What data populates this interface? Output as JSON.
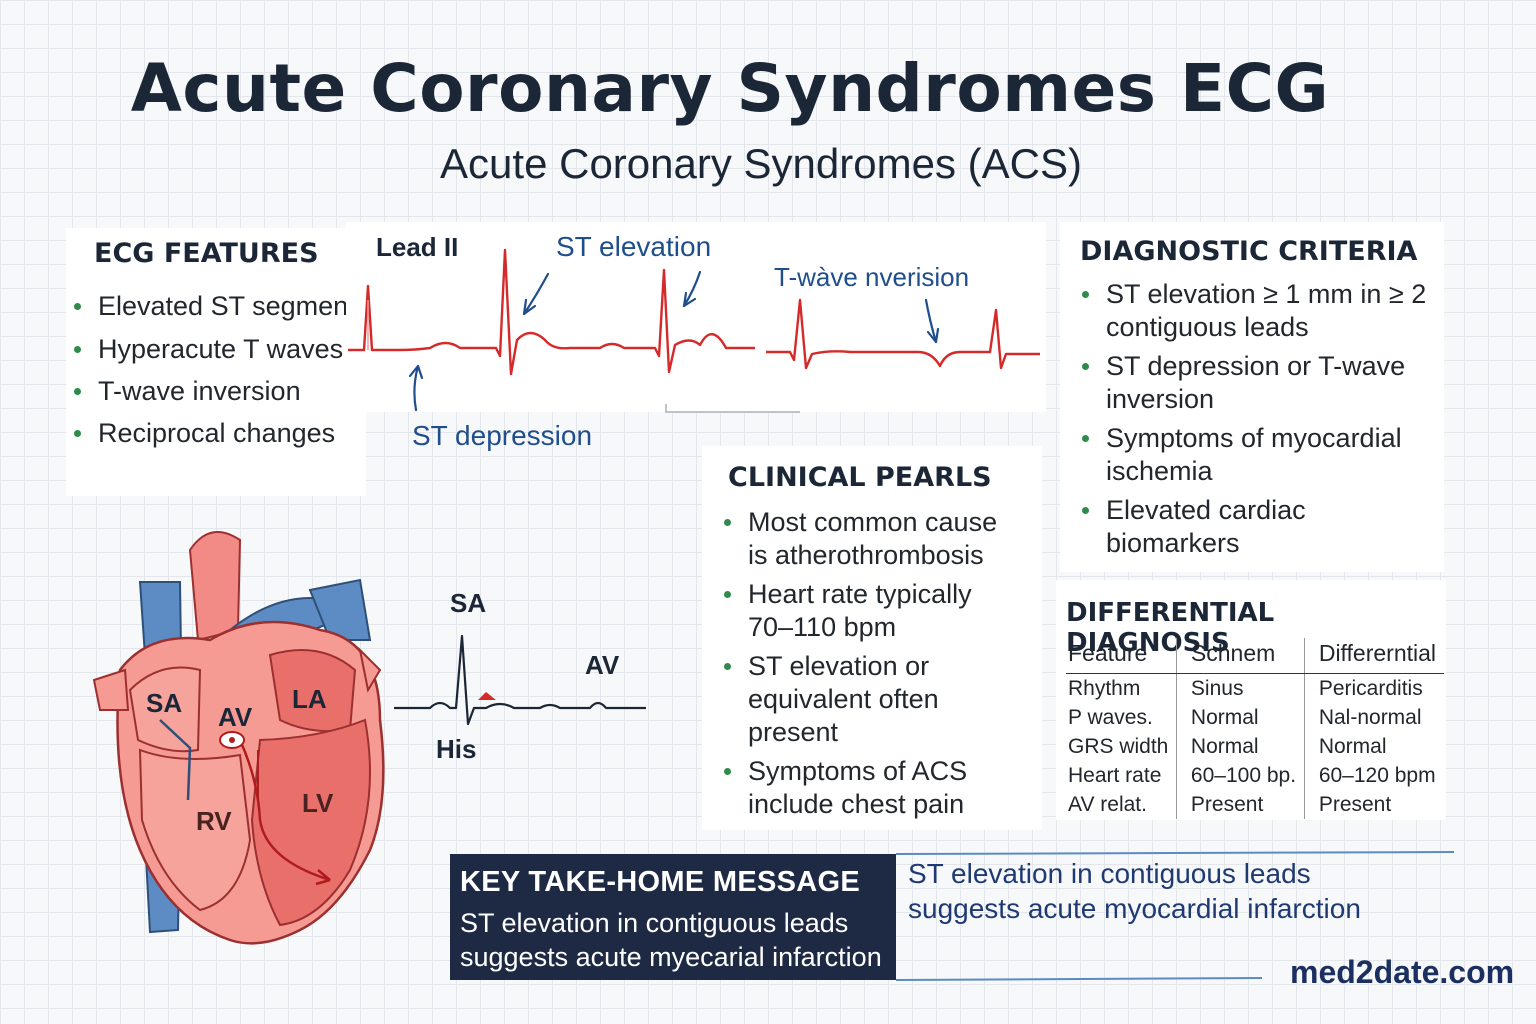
{
  "title": "Acute Coronary Syndromes ECG",
  "subtitle": "Acute Coronary Syndromes (ACS)",
  "ecg_features": {
    "title": "ECG FEATURES",
    "items": [
      "Elevated ST segments",
      "Hyperacute T waves",
      "T-wave inversion",
      "Reciprocal changes"
    ]
  },
  "ecg_strip": {
    "lead_label": "Lead II",
    "st_elevation_label": "ST elevation",
    "st_depression_label": "ST depression",
    "t_inversion_label": "T-wàve nverision"
  },
  "diagnostic_criteria": {
    "title": "DIAGNOSTIC CRITERIA",
    "items": [
      "ST elevation ≥ 1 mm in ≥ 2 contiguous leads",
      "ST depression or T-wave inversion",
      "Symptoms of myocardial ischemia",
      "Elevated cardiac biomarkers"
    ]
  },
  "clinical_pearls": {
    "title": "CLINICAL PEARLS",
    "items": [
      "Most common cause is atherothrombosis",
      "Heart rate typically 70–110 bpm",
      "ST elevation or equivalent often present",
      "Symptoms of ACS include chest pain"
    ]
  },
  "differential": {
    "title": "DIFFERENTIAL DIAGNOSIS",
    "headers": [
      "Feature",
      "Schnem",
      "Differerntial"
    ],
    "rows": [
      [
        "Rhythm",
        "Sinus",
        "Pericarditis"
      ],
      [
        "P waves.",
        "Normal",
        "Nal-normal"
      ],
      [
        "GRS width",
        "Normal",
        "Normal"
      ],
      [
        "Heart rate",
        "60–100 bp.",
        "60–120 bpm"
      ],
      [
        "AV relat.",
        "Present",
        "Present"
      ]
    ]
  },
  "heart": {
    "labels": {
      "sa": "SA",
      "av": "AV",
      "la": "LA",
      "rv": "RV",
      "lv": "LV"
    }
  },
  "conduction_strip": {
    "sa": "SA",
    "av": "AV",
    "his": "His"
  },
  "key_message": {
    "title": "KEY TAKE-HOME MESSAGE",
    "text": "ST elevation in contiguous leads suggests acute myecarial infarction",
    "side_text": "ST elevation in contiguous leads suggests acute myocardial infarction"
  },
  "brand": "med2date.com",
  "colors": {
    "title": "#1b2636",
    "accent_blue": "#1f4e8c",
    "ecg_red": "#d42a2a",
    "bullet_green": "#2e8b4a",
    "key_bg": "#1e2a44",
    "heart_red": "#f28b86",
    "vessel_blue": "#5d8cc4"
  }
}
